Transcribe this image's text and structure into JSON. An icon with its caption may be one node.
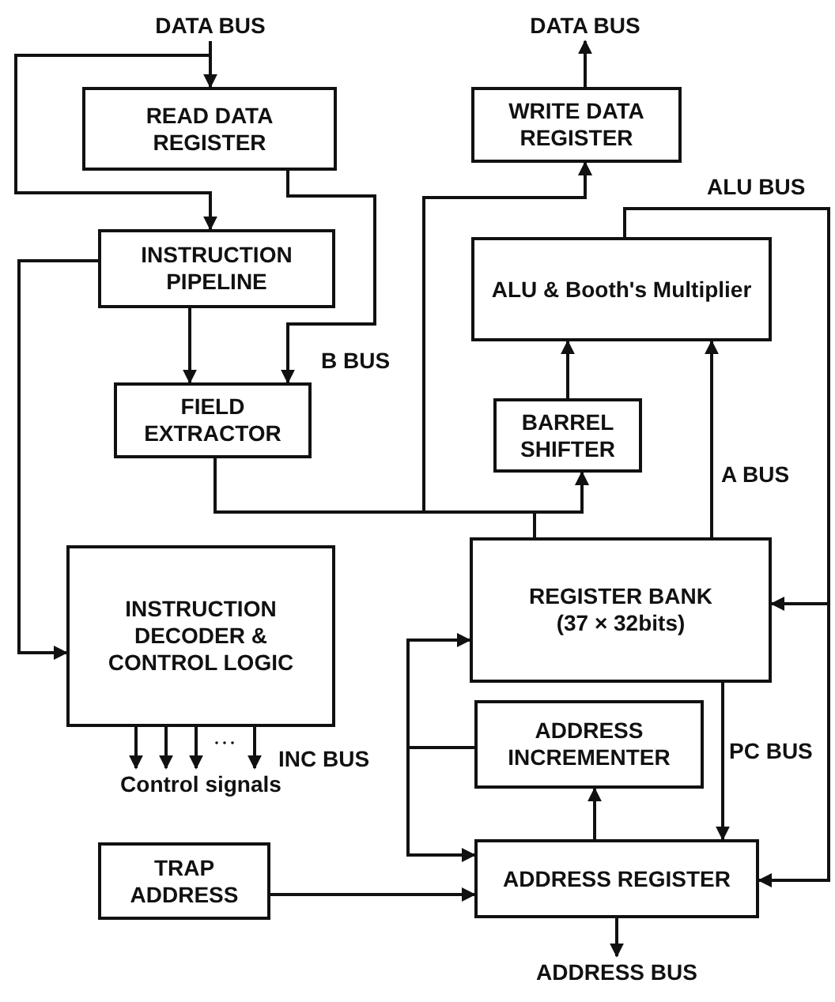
{
  "diagram": {
    "nodes": [
      {
        "text": [
          "DATA BUS"
        ]
      },
      {
        "text": [
          "DATA BUS"
        ]
      },
      {
        "text": [
          "READ DATA REGISTER"
        ]
      },
      {
        "text": [
          "WRITE DATA REGISTER"
        ]
      },
      {
        "text": [
          "INSTRUCTION PIPELINE"
        ]
      },
      {
        "text": [
          "ALU & Booth's Multiplier"
        ]
      },
      {
        "text": [
          "FIELD EXTRACTOR"
        ]
      },
      {
        "text": [
          "BARREL SHIFTER"
        ]
      },
      {
        "text": [
          "REGISTER BANK",
          "(37 × 32bits)"
        ]
      },
      {
        "text": [
          "INSTRUCTION DECODER & CONTROL LOGIC"
        ]
      },
      {
        "text": [
          "ADDRESS INCREMENTER"
        ]
      },
      {
        "text": [
          "Control signals"
        ]
      },
      {
        "text": [
          "TRAP ADDRESS"
        ]
      },
      {
        "text": [
          "ADDRESS REGISTER"
        ]
      },
      {
        "text": [
          "ADDRESS BUS"
        ]
      }
    ],
    "edges": [
      {
        "from": 0,
        "to": 2,
        "arrow": "to"
      },
      {
        "from": 0,
        "to": 4,
        "arrow": "to"
      },
      {
        "from": 2,
        "to": 6,
        "arrow": "to"
      },
      {
        "from": 4,
        "to": 6,
        "arrow": "to"
      },
      {
        "from": 4,
        "to": 9,
        "arrow": "to"
      },
      {
        "from": 3,
        "to": 1,
        "arrow": "to"
      },
      {
        "from": 7,
        "to": 5,
        "arrow": "to"
      },
      {
        "from": 8,
        "to": 5,
        "arrow": "to"
      },
      {
        "from": 8,
        "to": 7,
        "arrow": "to"
      },
      {
        "from": 8,
        "to": 3,
        "arrow": "to"
      },
      {
        "from": 6,
        "to": 7,
        "arrow": "to"
      },
      {
        "from": 6,
        "to": 3,
        "arrow": "to"
      },
      {
        "from": 5,
        "to": 8,
        "arrow": "to"
      },
      {
        "from": 5,
        "to": 13,
        "arrow": "to"
      },
      {
        "from": 8,
        "to": 13,
        "arrow": "to"
      },
      {
        "from": 13,
        "to": 10,
        "arrow": "to"
      },
      {
        "from": 10,
        "to": 8,
        "arrow": "to"
      },
      {
        "from": 10,
        "to": 13,
        "arrow": "to"
      },
      {
        "from": 12,
        "to": 13,
        "arrow": "to"
      },
      {
        "from": 13,
        "to": 14,
        "arrow": "to"
      },
      {
        "from": 9,
        "to": 11,
        "arrow": "to"
      },
      {
        "from": 9,
        "to": 11,
        "arrow": "to"
      },
      {
        "from": 9,
        "to": 11,
        "arrow": "to"
      },
      {
        "from": 9,
        "to": 11,
        "arrow": "to"
      }
    ],
    "labels": [
      "B BUS",
      "ALU BUS",
      "A BUS",
      "INC BUS",
      "PC BUS"
    ]
  }
}
